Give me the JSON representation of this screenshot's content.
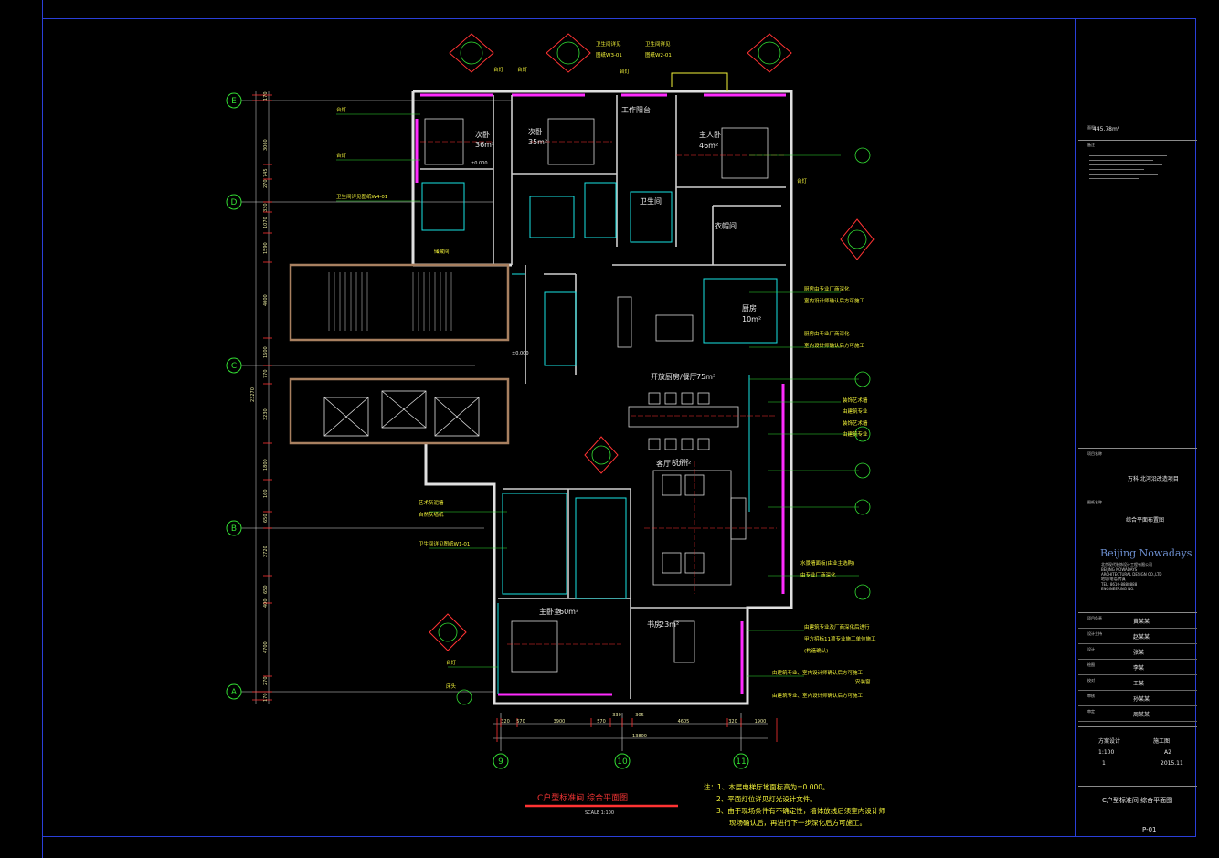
{
  "drawing": {
    "title": "C户型标准间 综合平面图",
    "scale": "SCALE 1:100",
    "axes_vertical": [
      "E",
      "D",
      "C",
      "B",
      "A"
    ],
    "axes_horizontal": [
      "9",
      "10",
      "11"
    ],
    "dims_left": [
      "170",
      "3060",
      "745",
      "270",
      "330",
      "1070",
      "1590",
      "4000",
      "1600",
      "770",
      "3230",
      "1800",
      "160",
      "650",
      "2720",
      "650",
      "400",
      "4700",
      "270",
      "170"
    ],
    "dims_left_total": "23270",
    "dims_bottom": [
      "320",
      "570",
      "3900",
      "570",
      "330",
      "305",
      "4605",
      "320",
      "1900"
    ],
    "dims_bottom_total": "13800",
    "rooms": [
      {
        "name": "次卧",
        "area": "36m²"
      },
      {
        "name": "次卧",
        "area": "35m²"
      },
      {
        "name": "主人卧",
        "area": "46m²"
      },
      {
        "name": "厨房",
        "area": "10m²"
      },
      {
        "name": "开放厨房/餐厅",
        "area": "75m²"
      },
      {
        "name": "客厅",
        "area": "60m²"
      },
      {
        "name": "主卧室",
        "area": "60m²"
      },
      {
        "name": "书房",
        "area": "23m²"
      },
      {
        "name": "卫生间",
        "area": ""
      },
      {
        "name": "衣帽间",
        "area": ""
      },
      {
        "name": "工作阳台",
        "area": ""
      }
    ],
    "left_labels": [
      "台灯",
      "台灯",
      "卫生间详见图纸W4-01",
      "储藏间",
      "艺术灰泥墙",
      "自然灰墙纸",
      "卫生间详见图纸W1-01",
      "台灯",
      "床头"
    ],
    "top_labels": [
      "卫生间详见",
      "图纸W3-01",
      "卫生间详见",
      "图纸W2-01",
      "台灯",
      "台灯",
      "台灯"
    ],
    "right_labels": [
      "台灯",
      "厨房由专业厂商深化",
      "室内设计师确认后方可施工",
      "厨房由专业厂商深化",
      "室内设计师确认后方可施工",
      "装饰艺术墙",
      "由建筑专业",
      "装饰艺术墙",
      "由建筑专业",
      "水景墙面板(由业主选购)",
      "由专业厂商深化",
      "由建筑专业及厂商深化后进行",
      "甲方招标11项专业施工单位施工",
      "(构造确认)",
      "由建筑专业、室内设计师确认后方可施工",
      "安装窗",
      "由建筑专业、室内设计师确认后方可施工"
    ],
    "notes": [
      "注：1、本层电梯厅地面标高为±0.000。",
      "2、平面灯位详见灯光设计文件。",
      "3、由于现场条件有不确定性，墙体放线后须室内设计师",
      "现场确认后，再进行下一步深化后方可施工。"
    ],
    "level_mark": "±0.000"
  },
  "title_block": {
    "area_label": "面积",
    "area_value": "445.78m²",
    "notes_label": "备注",
    "project_label": "项目名称",
    "project_value": "万科 北河沿改造项目",
    "drawing_label": "图纸名称",
    "drawing_value": "综合平面布置图",
    "company_logo": "Beijing Nowadays",
    "company_lines": [
      "北京现代装饰设计工程有限公司",
      "BEIJING NOWADAYS",
      "ARCHITECTURAL DESIGN CO.,LTD",
      "地址/电话/传真",
      "TEL: 8610-8888888",
      "ENGINEERING NO."
    ],
    "sign_rows": [
      {
        "label": "项目负责",
        "value": "黄某某"
      },
      {
        "label": "设计主持",
        "value": "赵某某"
      },
      {
        "label": "设计",
        "value": "张某"
      },
      {
        "label": "绘图",
        "value": "李某"
      },
      {
        "label": "校对",
        "value": "王某"
      },
      {
        "label": "审核",
        "value": "孙某某"
      },
      {
        "label": "审定",
        "value": "周某某"
      }
    ],
    "info": {
      "phase": "方案设计",
      "sheet_type": "施工图",
      "scale": "1:100",
      "size": "A2",
      "page": "1",
      "date": "2015.11"
    },
    "sheet_title": "C户型标准间 综合平面图",
    "sheet_number": "P-01"
  },
  "colors": {
    "frame": "#2a3fd8",
    "wall": "#e0e0e0",
    "magenta": "#ff2bff",
    "cyan": "#19e3e3",
    "yellow": "#f5f53a",
    "green": "#33dd33",
    "red": "#ff3333",
    "brown": "#a88060"
  }
}
